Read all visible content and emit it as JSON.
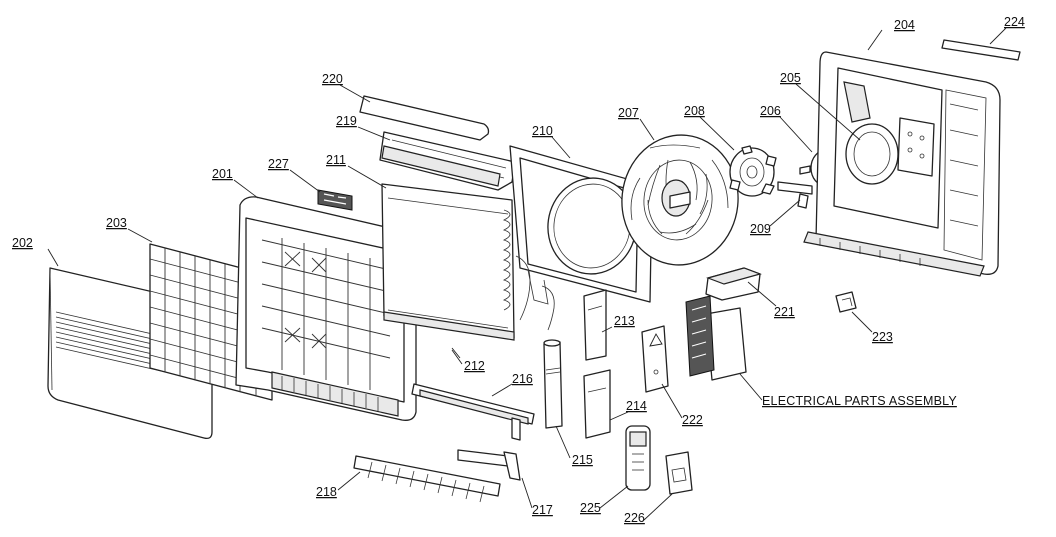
{
  "diagram": {
    "labels": {
      "p201": "201",
      "p202": "202",
      "p203": "203",
      "p204": "204",
      "p205": "205",
      "p206": "206",
      "p207": "207",
      "p208": "208",
      "p209": "209",
      "p210": "210",
      "p211": "211",
      "p212": "212",
      "p213": "213",
      "p214": "214",
      "p215": "215",
      "p216": "216",
      "p217": "217",
      "p218": "218",
      "p219": "219",
      "p220": "220",
      "p221": "221",
      "p222": "222",
      "p223": "223",
      "p224": "224",
      "p225": "225",
      "p226": "226",
      "p227": "227",
      "electrical": "ELECTRICAL PARTS ASSEMBLY"
    }
  }
}
